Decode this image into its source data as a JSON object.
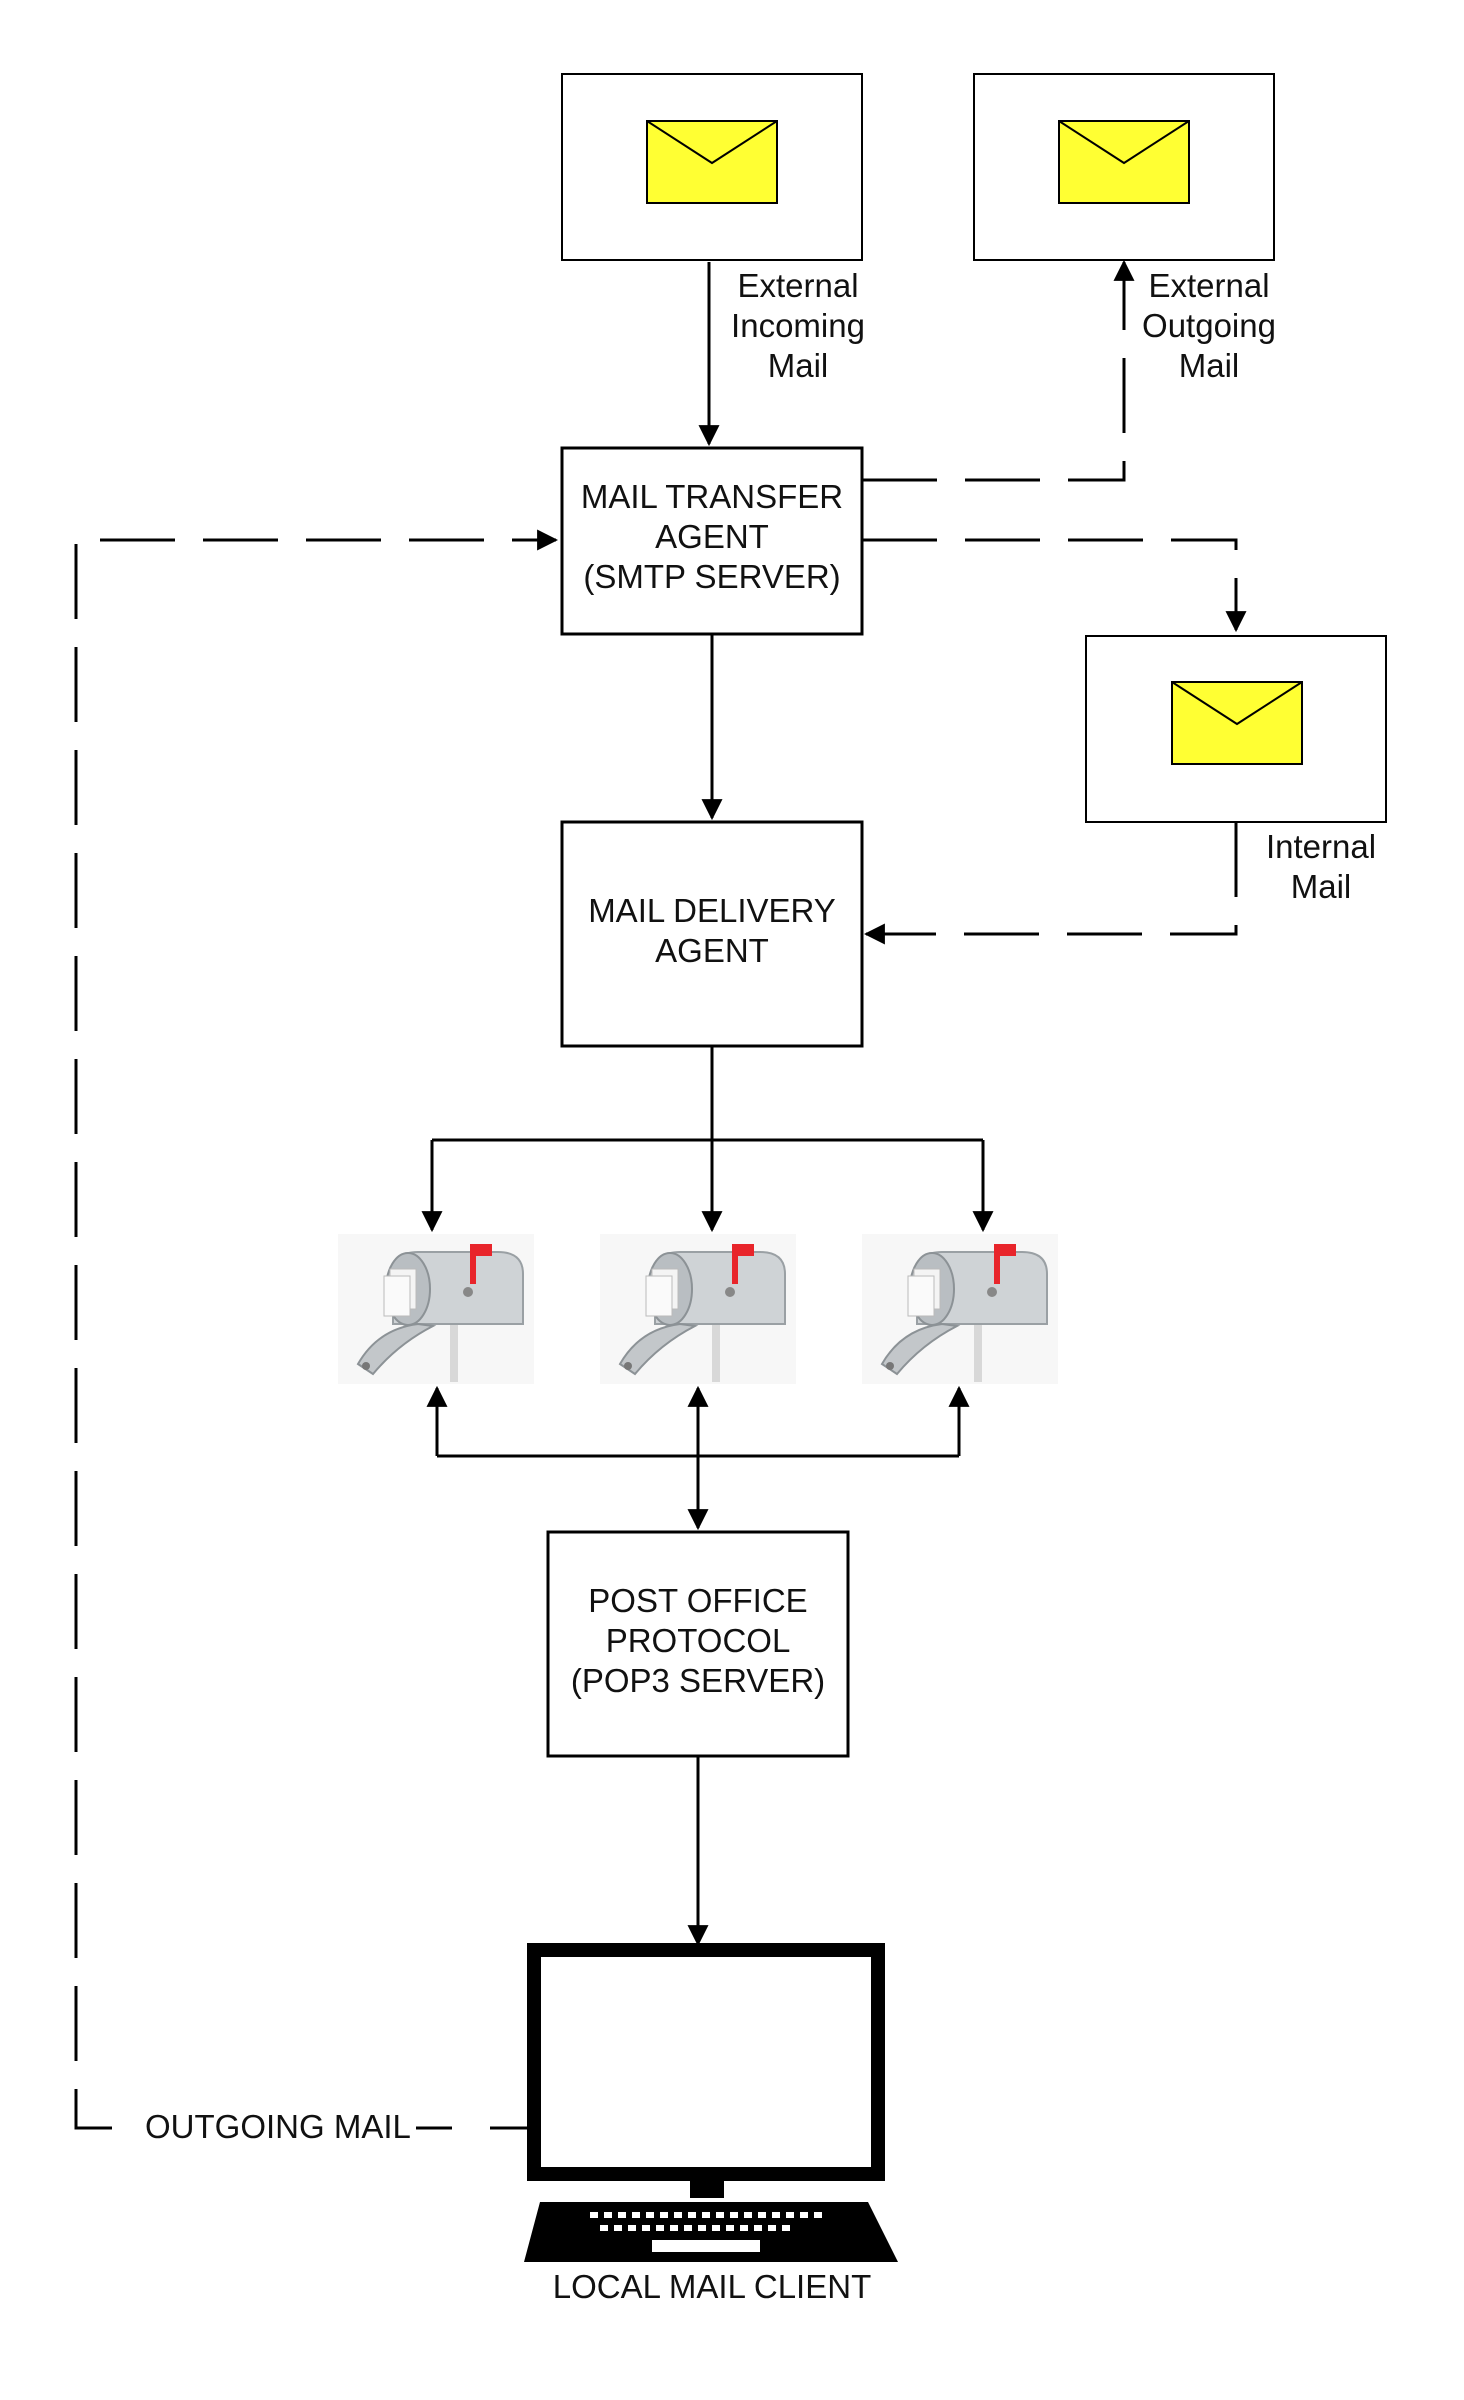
{
  "nodes": {
    "mta": {
      "lines": [
        "MAIL TRANSFER",
        "AGENT",
        "(SMTP SERVER)"
      ]
    },
    "mda": {
      "lines": [
        "MAIL DELIVERY",
        "AGENT"
      ]
    },
    "pop3": {
      "lines": [
        "POST OFFICE",
        "PROTOCOL",
        "(POP3 SERVER)"
      ]
    },
    "client": {
      "label": "LOCAL MAIL CLIENT"
    }
  },
  "labels": {
    "incoming": [
      "External",
      "Incoming",
      "Mail"
    ],
    "outgoing_external": [
      "External",
      "Outgoing",
      "Mail"
    ],
    "internal": [
      "Internal",
      "Mail"
    ],
    "outgoing_mail": "OUTGOING MAIL"
  },
  "mailboxes": [
    "mailbox",
    "mailbox",
    "mailbox"
  ],
  "colors": {
    "envelope": "#FFFF33",
    "flag": "#E8252B",
    "line": "#000000"
  }
}
